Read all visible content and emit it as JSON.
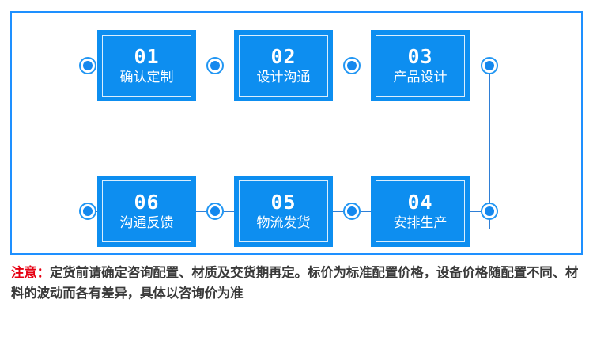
{
  "frame": {
    "border_color": "#1E90FF"
  },
  "flow": {
    "box_color": "#0D8EF0",
    "dot_color": "#1488EE",
    "line_color": "#2F7FD6",
    "rows": [
      {
        "id": "top",
        "nodes": [
          {
            "num": "01",
            "label": "确认定制"
          },
          {
            "num": "02",
            "label": "设计沟通"
          },
          {
            "num": "03",
            "label": "产品设计"
          }
        ]
      },
      {
        "id": "bottom",
        "nodes": [
          {
            "num": "06",
            "label": "沟通反馈"
          },
          {
            "num": "05",
            "label": "物流发货"
          },
          {
            "num": "04",
            "label": "安排生产"
          }
        ]
      }
    ]
  },
  "notice": {
    "prefix": "注意：",
    "body": "定货前请确定咨询配置、材质及交货期再定。标价为标准配置价格，设备价格随配置不同、材料的波动而各有差异，具体以咨询价为准",
    "prefix_color": "#E60012",
    "body_color": "#3a3a3a"
  }
}
